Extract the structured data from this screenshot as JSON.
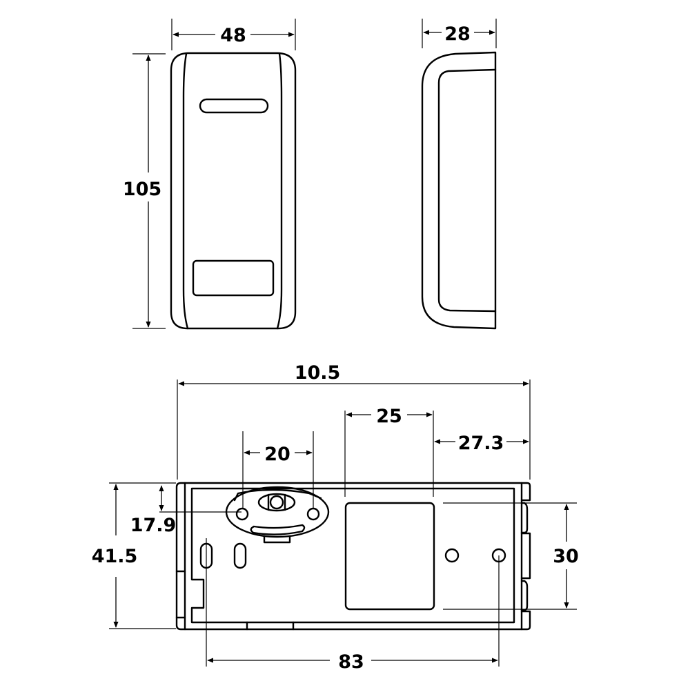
{
  "drawing": {
    "type": "technical dimension drawing",
    "stroke_color": "#000000",
    "background_color": "#ffffff",
    "views": {
      "front_view": {
        "width_label": "48",
        "height_label": "105"
      },
      "side_view": {
        "depth_label": "28"
      },
      "rear_view": {
        "overall_width_label": "10.5",
        "window_width_label": "25",
        "right_offset_label": "27.3",
        "mount_hole_spacing_label": "20",
        "mount_hole_offset_label": "17.9",
        "height_label": "41.5",
        "clip_span_label": "30",
        "bottom_span_label": "83"
      }
    }
  }
}
